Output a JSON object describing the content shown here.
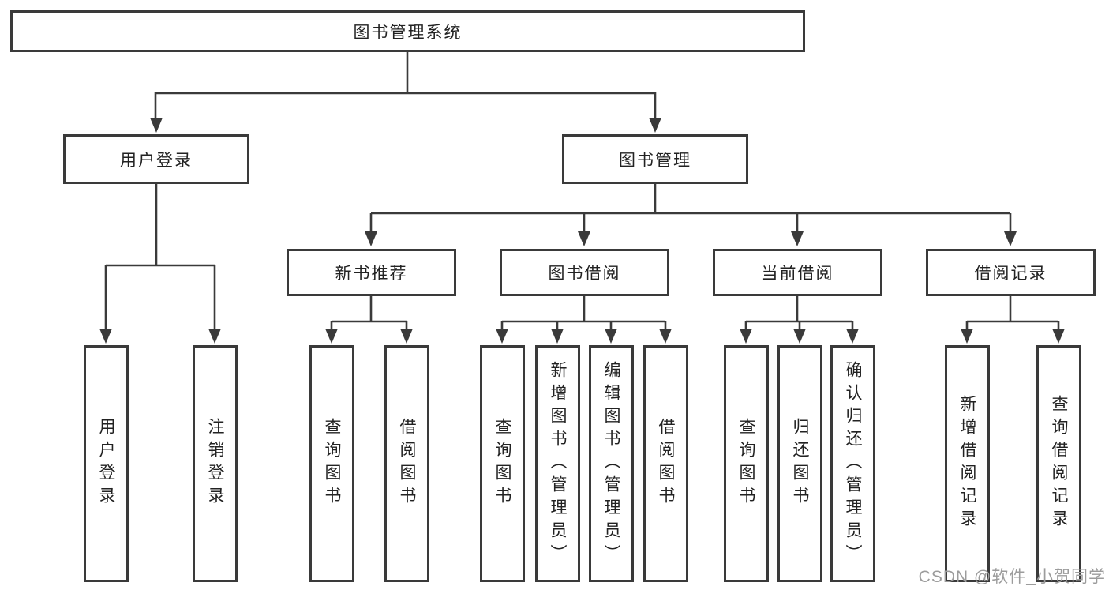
{
  "colors": {
    "line": "#3a3a3a",
    "text": "#222222",
    "watermark": "#9c9c9c",
    "background": "#ffffff"
  },
  "watermark": {
    "text": "CSDN @软件_小贺同学"
  },
  "tree": {
    "root": {
      "label": "图书管理系统"
    },
    "branches": [
      {
        "label": "用户登录",
        "leaves": [
          {
            "label": "用户登录"
          },
          {
            "label": "注销登录"
          }
        ]
      },
      {
        "label": "图书管理",
        "groups": [
          {
            "label": "新书推荐",
            "leaves": [
              {
                "label": "查询图书"
              },
              {
                "label": "借阅图书"
              }
            ]
          },
          {
            "label": "图书借阅",
            "leaves": [
              {
                "label": "查询图书"
              },
              {
                "label": "新增图书（管理员）"
              },
              {
                "label": "编辑图书（管理员）"
              },
              {
                "label": "借阅图书"
              }
            ]
          },
          {
            "label": "当前借阅",
            "leaves": [
              {
                "label": "查询图书"
              },
              {
                "label": "归还图书"
              },
              {
                "label": "确认归还（管理员）"
              }
            ]
          },
          {
            "label": "借阅记录",
            "leaves": [
              {
                "label": "新增借阅记录"
              },
              {
                "label": "查询借阅记录"
              }
            ]
          }
        ]
      }
    ]
  }
}
